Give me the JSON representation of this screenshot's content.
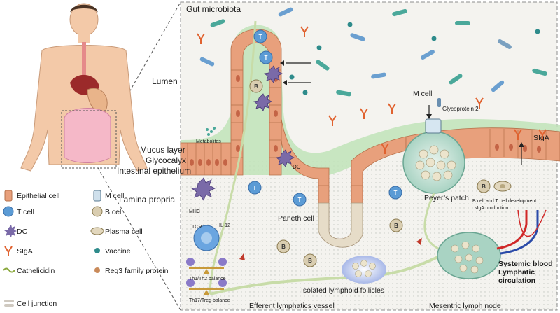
{
  "title": "Gut microbiota",
  "regions": {
    "lumen": "Lumen",
    "mucus_layer": "Mucus layer",
    "glycocalyx": "Glycocalyx",
    "intestinal_epithelium": "Intestinal epithelium",
    "lamina_propria": "Lamina propria"
  },
  "annotations": {
    "m_cell": "M cell",
    "glycoprotein_2": "Glycoprotein 2",
    "siga": "SIgA",
    "metabolites": "Metabolites",
    "dc": "DC",
    "peyers_patch": "Peyer’s patch",
    "b_t_dev_1": "B cell and T cell development",
    "b_t_dev_2": "sIgA production",
    "paneth_cell": "Paneth cell",
    "mhc": "MHC",
    "tcr": "TCR",
    "il12": "IL-12",
    "th1_th2": "Th1/Th2 balance",
    "th17_treg": "Th17/Treg balance",
    "isolated_follicles": "Isolated lymphoid follicles",
    "efferent_vessel": "Efferent lymphatics vessel",
    "mesenteric_node": "Mesentric lymph node",
    "systemic_blood": "Systemic blood",
    "lymphatic_circulation": "Lymphatic",
    "circulation": "circulation",
    "t_letter": "T",
    "b_letter": "B"
  },
  "legend": [
    {
      "label": "Epithelial cell",
      "icon": "epithelial-cell-icon",
      "color": "#e8a07c"
    },
    {
      "label": "M cell",
      "icon": "m-cell-icon",
      "color": "#cfe0ec"
    },
    {
      "label": "T cell",
      "icon": "t-cell-icon",
      "color": "#5b9bd5"
    },
    {
      "label": "B cell",
      "icon": "b-cell-icon",
      "color": "#d9cdb0"
    },
    {
      "label": "DC",
      "icon": "dendritic-cell-icon",
      "color": "#7a6aa8"
    },
    {
      "label": "Plasma cell",
      "icon": "plasma-cell-icon",
      "color": "#e2d7bd"
    },
    {
      "label": "SIgA",
      "icon": "siga-antibody-icon",
      "color": "#e0622f"
    },
    {
      "label": "Vaccine",
      "icon": "vaccine-particle-icon",
      "color": "#2e8b8b"
    },
    {
      "label": "Cathelicidin",
      "icon": "cathelicidin-icon",
      "color": "#8aa83c"
    },
    {
      "label": "Reg3 family protein",
      "icon": "reg3-protein-icon",
      "color": "#c98a5a"
    },
    {
      "label": "Cell junction",
      "icon": "cell-junction-icon",
      "color": "#cfc9c0"
    }
  ],
  "colors": {
    "epithelium": "#e8a07c",
    "mucus": "#bfe3b8",
    "lumen_bg": "#f3f2ee",
    "lymph_vessel": "#c8dca8",
    "blood_red": "#d02828",
    "blood_blue": "#2a4aa8"
  }
}
